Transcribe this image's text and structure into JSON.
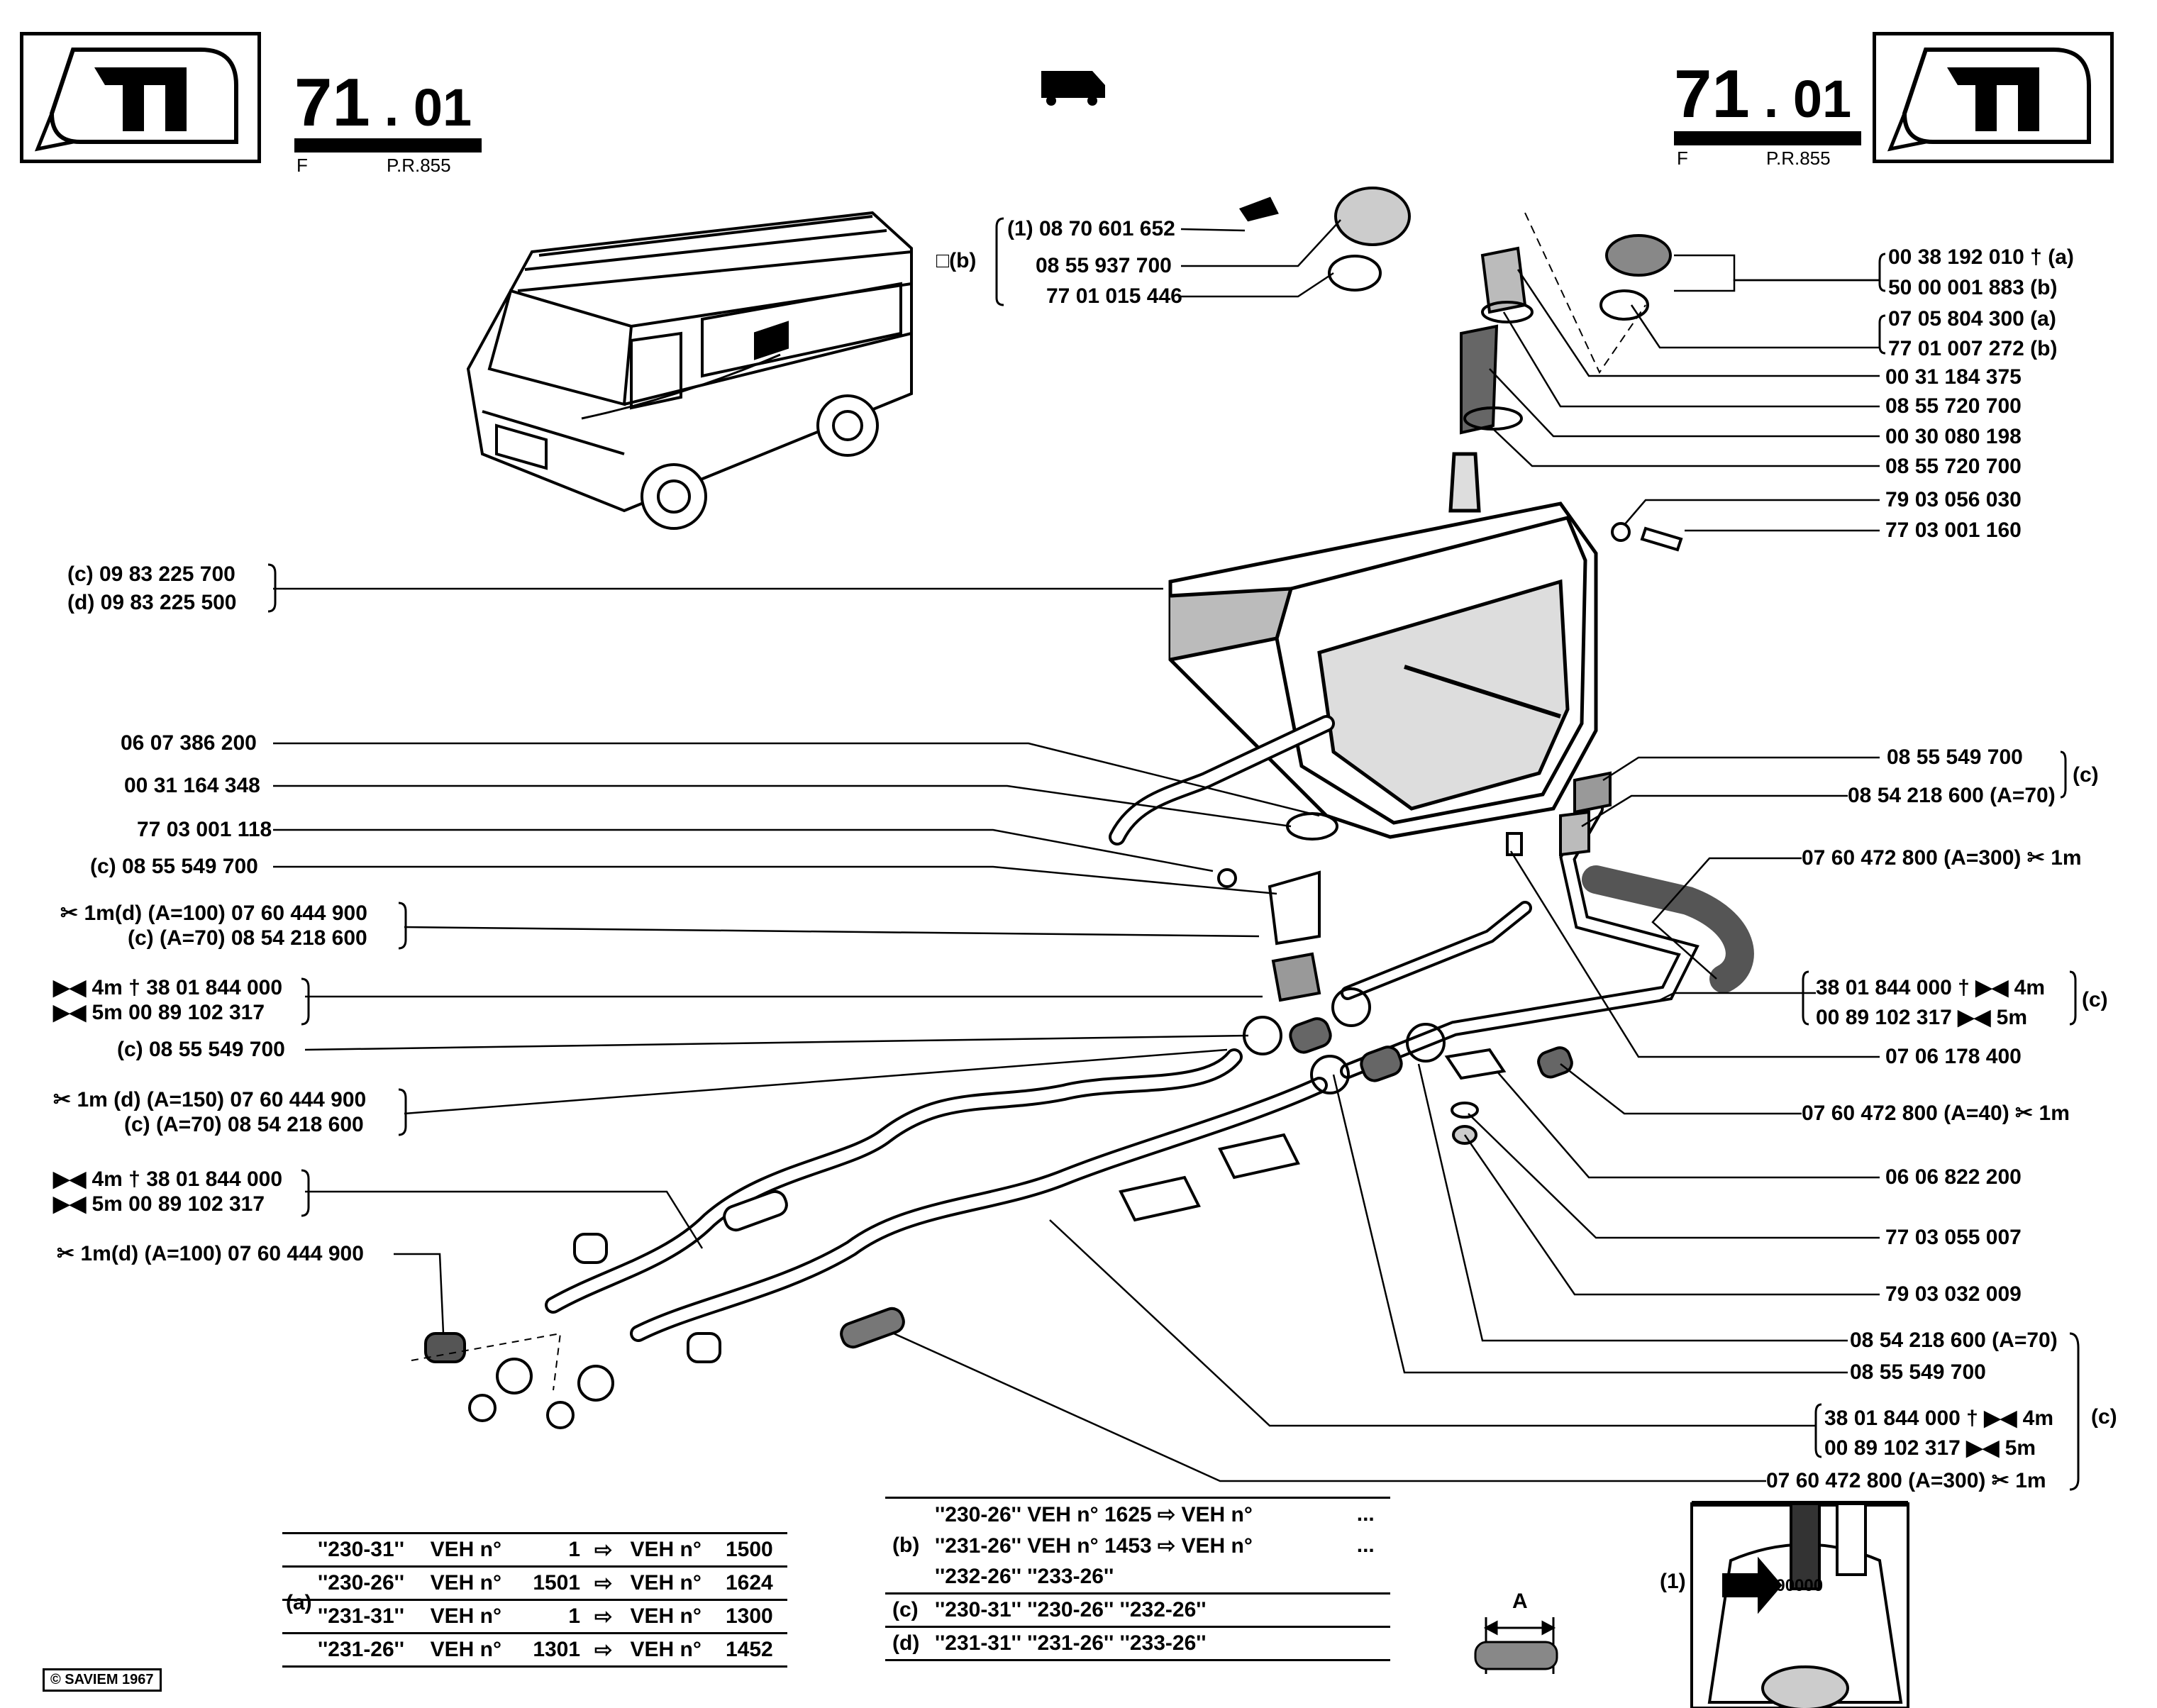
{
  "header": {
    "page_number_main": "71",
    "page_number_sub": ". 01",
    "letter": "F",
    "ref": "P.R.855"
  },
  "labels_top": [
    {
      "text": "(1) 08 70 601 652"
    },
    {
      "text": "08 55 937 700"
    },
    {
      "text": "77 01 015 446"
    }
  ],
  "group_b_prefix": "□(b)",
  "labels_right": [
    {
      "text": "00 38 192 010 † (a)"
    },
    {
      "text": "50 00 001 883   (b)"
    },
    {
      "text": "07 05 804 300   (a)"
    },
    {
      "text": "77 01 007 272   (b)"
    },
    {
      "text": "00 31 184 375"
    },
    {
      "text": "08 55 720 700"
    },
    {
      "text": "00 30 080 198"
    },
    {
      "text": "08 55 720 700"
    },
    {
      "text": "79 03 056 030"
    },
    {
      "text": "77 03 001 160"
    },
    {
      "text": "08 55 549 700"
    },
    {
      "text": "08 54 218 600 (A=70)"
    },
    {
      "text": "07 60 472 800 (A=300) ✂ 1m"
    },
    {
      "text": "38 01 844 000 † ▶◀ 4m"
    },
    {
      "text": "00 89 102 317  ▶◀ 5m"
    },
    {
      "text": "07 06 178 400"
    },
    {
      "text": "07 60 472 800 (A=40) ✂ 1m"
    },
    {
      "text": "06 06 822 200"
    },
    {
      "text": "77 03 055 007"
    },
    {
      "text": "79 03 032 009"
    },
    {
      "text": "08 54 218 600 (A=70)"
    },
    {
      "text": "08 55 549 700"
    },
    {
      "text": "38 01 844 000 †  ▶◀ 4m"
    },
    {
      "text": "00 89 102 317    ▶◀ 5m"
    },
    {
      "text": "07 60 472 800 (A=300) ✂ 1m"
    }
  ],
  "right_tags": [
    "(c)",
    "(c)",
    "(c)"
  ],
  "labels_left": [
    {
      "text": "(c) 09 83 225 700"
    },
    {
      "text": "(d) 09 83 225 500"
    },
    {
      "text": "06 07 386 200"
    },
    {
      "text": "00 31 164 348"
    },
    {
      "text": "77 03 001 118"
    },
    {
      "text": "(c) 08 55 549 700"
    },
    {
      "text": "✂ 1m(d) (A=100) 07 60 444 900"
    },
    {
      "text": "(c) (A=70) 08 54 218 600"
    },
    {
      "text": "▶◀ 4m † 38 01 844 000"
    },
    {
      "text": "▶◀ 5m   00 89 102 317"
    },
    {
      "text": "(c)  08 55 549 700"
    },
    {
      "text": "✂ 1m (d) (A=150) 07 60 444 900"
    },
    {
      "text": "(c)     (A=70) 08 54 218 600"
    },
    {
      "text": "▶◀ 4m † 38 01 844 000"
    },
    {
      "text": "▶◀ 5m   00 89 102 317"
    },
    {
      "text": "✂ 1m(d) (A=100) 07 60 444 900"
    }
  ],
  "table_a": {
    "tag": "(a)",
    "rows": [
      [
        "''230-31''",
        "VEH n°",
        "1",
        "⇨",
        "VEH n°",
        "1500"
      ],
      [
        "''230-26''",
        "VEH n°",
        "1501",
        "⇨",
        "VEH n°",
        "1624"
      ],
      [
        "''231-31''",
        "VEH n°",
        "1",
        "⇨",
        "VEH n°",
        "1300"
      ],
      [
        "''231-26''",
        "VEH n°",
        "1301",
        "⇨",
        "VEH n°",
        "1452"
      ]
    ]
  },
  "table_b": {
    "rows": [
      [
        "",
        "''230-26''  VEH n° 1625 ⇨ VEH n°",
        "..."
      ],
      [
        "(b)",
        "''231-26''  VEH n° 1453 ⇨ VEH n°",
        "..."
      ],
      [
        "",
        "''232-26'' ''233-26''",
        ""
      ],
      [
        "(c)",
        "''230-31''  ''230-26''  ''232-26''",
        ""
      ],
      [
        "(d)",
        "''231-31'' ''231-26'' ''233-26''",
        ""
      ]
    ]
  },
  "dimension_label": "A",
  "key_inset": {
    "callout": "(1)",
    "number": "000000"
  },
  "copyright": "© SAVIEM 1967"
}
